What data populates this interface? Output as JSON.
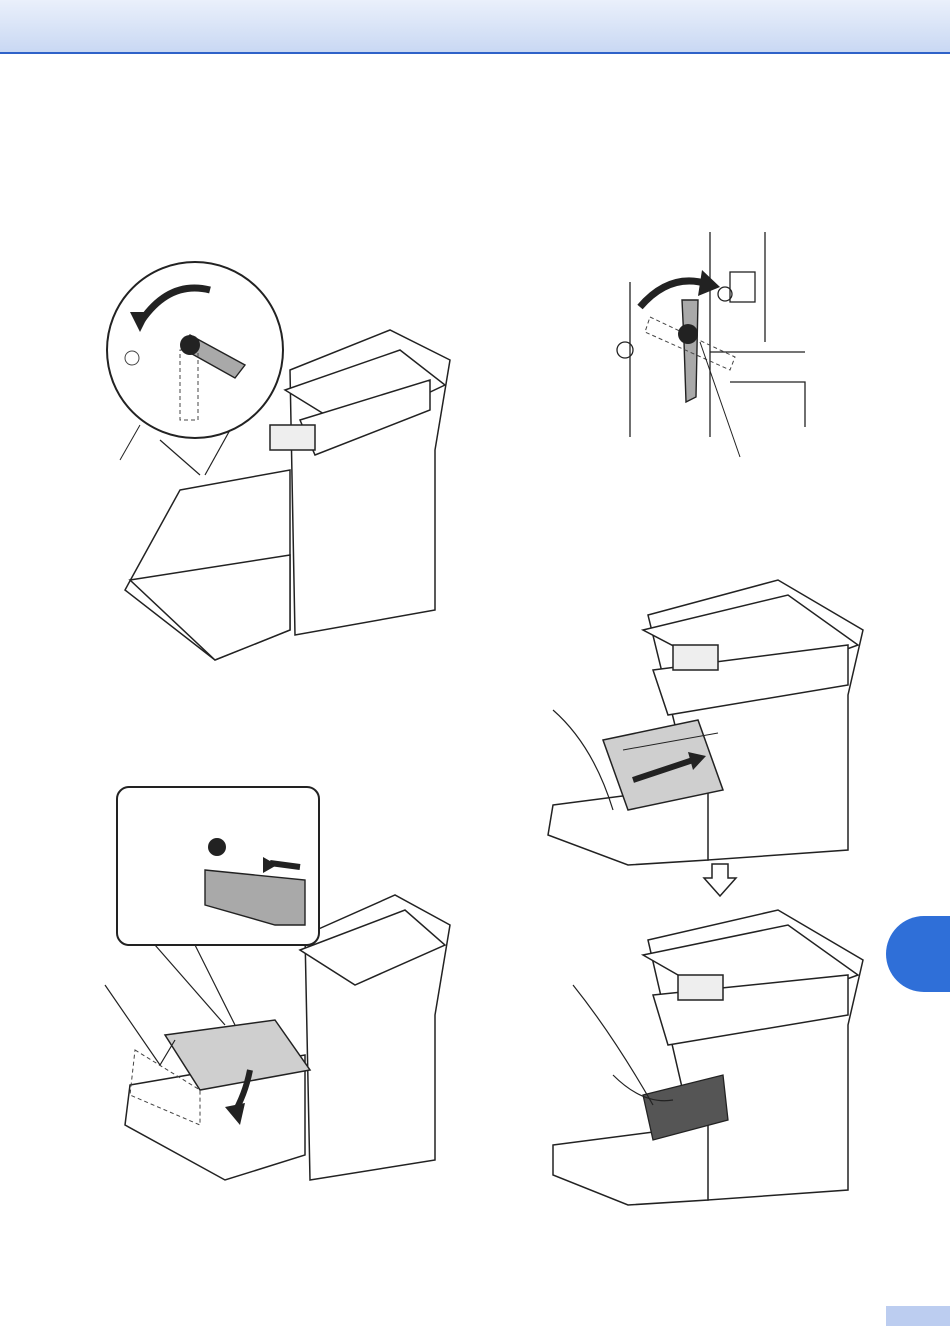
{
  "header": {
    "band_color": "#c9d8f3",
    "rule_color": "#2f62c8"
  },
  "figures": [
    {
      "name": "turn-lever-counterclockwise",
      "arrow": "counterclockwise"
    },
    {
      "name": "turn-lever-clockwise",
      "arrow": "clockwise"
    },
    {
      "name": "insert-drum-guides",
      "arrow": "right-into-slot"
    },
    {
      "name": "push-drum-into-machine",
      "arrow": "push-in"
    },
    {
      "name": "drum-installed",
      "arrow": "down"
    }
  ],
  "colors": {
    "accent": "#2f6fd8",
    "tab_light": "#bccdf0",
    "part_gray": "#a9a9a9"
  }
}
